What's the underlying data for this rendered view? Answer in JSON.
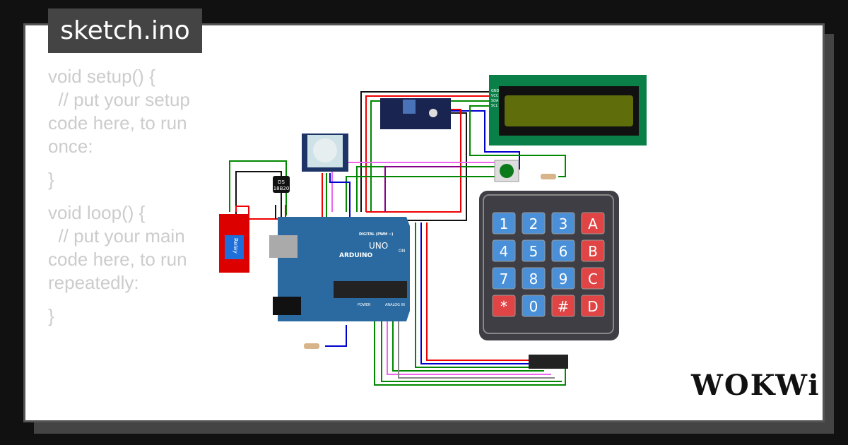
{
  "title": "sketch.ino",
  "code": [
    "void setup() {",
    "  // put your setup code here, to run once:",
    "",
    "}",
    "",
    "void loop() {",
    "  // put your main code here, to run repeatedly:",
    "",
    "}"
  ],
  "components": {
    "sensor_label": "DS\n18B20",
    "sensor_line1": "DS",
    "sensor_line2": "18B20",
    "relay_label": "Relay",
    "arduino_brand": "ARDUINO",
    "arduino_model": "UNO",
    "digital_label": "DIGITAL (PWM ~)",
    "power_label": "POWER",
    "analog_label": "ANALOG IN",
    "on_label": "ON",
    "lcd_pins": [
      "GND",
      "VCC",
      "SDA",
      "SCL"
    ]
  },
  "keypad": {
    "keys": [
      "1",
      "2",
      "3",
      "A",
      "4",
      "5",
      "6",
      "B",
      "7",
      "8",
      "9",
      "C",
      "*",
      "0",
      "#",
      "D"
    ]
  },
  "logo": "WOKWi"
}
